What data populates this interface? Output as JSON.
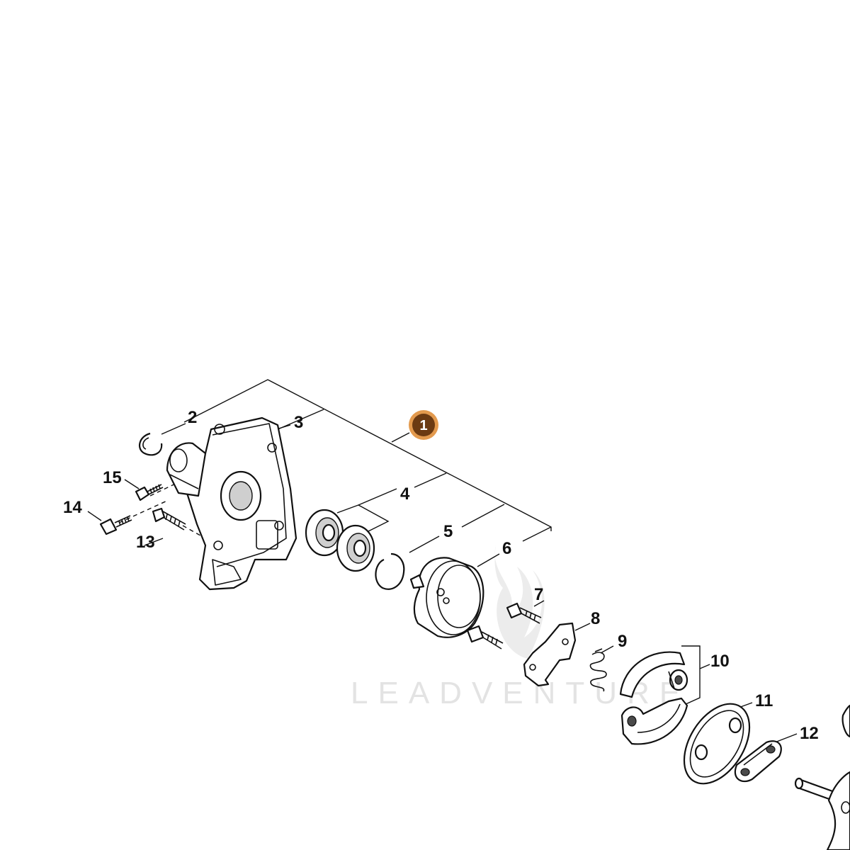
{
  "callouts": {
    "c1": "1",
    "c2": "2",
    "c3": "3",
    "c4": "4",
    "c5": "5",
    "c6": "6",
    "c7": "7",
    "c8": "8",
    "c9": "9",
    "c10": "10",
    "c11": "11",
    "c12": "12",
    "c13": "13",
    "c14": "14",
    "c15": "15"
  },
  "watermark": {
    "text": "LEADVENTURE"
  },
  "colors": {
    "badge_fill": "#6b3a12",
    "badge_ring": "#e39a4e",
    "line": "#111111",
    "watermark": "#e3e3e3"
  }
}
